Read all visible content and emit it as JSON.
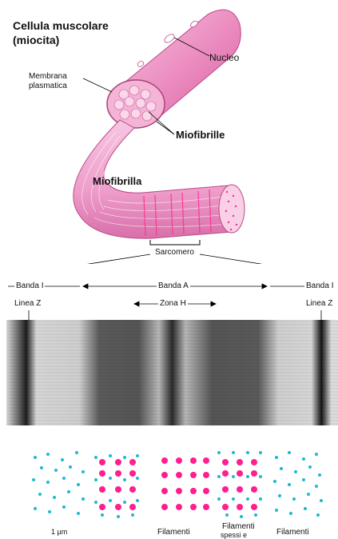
{
  "labels": {
    "cell_title_line1": "Cellula muscolare",
    "cell_title_line2": "(miocita)",
    "nucleus": "Nucleo",
    "membrane_line1": "Membrana",
    "membrane_line2": "plasmatica",
    "myofibrils": "Miofibrille",
    "myofibril": "Miofibrilla",
    "sarcomere": "Sarcomero",
    "band_i_left": "Banda I",
    "band_a": "Banda A",
    "band_i_right": "Banda I",
    "z_line_left": "Linea Z",
    "h_zone": "Zona H",
    "z_line_right": "Linea Z",
    "scale": "1 µm",
    "filaments_thin": "Filamenti",
    "filaments_thick_line1": "Filamenti",
    "filaments_thick_line2": "spessi e",
    "filaments_right": "Filamenti"
  },
  "colors": {
    "fiber_pink": "#f2a6cf",
    "fiber_dark": "#d970aa",
    "thick_filament": "#ff1f8f",
    "thin_filament": "#1fb9cf",
    "micrograph_bg": "#d8d8d8",
    "micrograph_dark": "#4a4a4a"
  }
}
